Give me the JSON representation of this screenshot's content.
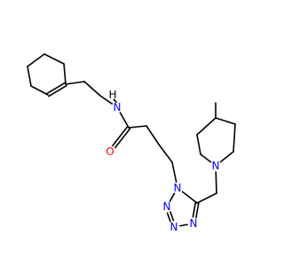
{
  "colors": {
    "carbon_bond": "#000000",
    "nitrogen": "#0000ff",
    "oxygen": "#ff0000",
    "background": "#ffffff"
  },
  "molecule": {
    "atoms": [
      {
        "id": "c1",
        "element": "C",
        "label": ""
      },
      {
        "id": "c2",
        "element": "C",
        "label": ""
      },
      {
        "id": "c3",
        "element": "C",
        "label": ""
      },
      {
        "id": "c4",
        "element": "C",
        "label": ""
      },
      {
        "id": "c5",
        "element": "C",
        "label": ""
      },
      {
        "id": "c6",
        "element": "C",
        "label": ""
      },
      {
        "id": "c7",
        "element": "C",
        "label": ""
      },
      {
        "id": "c8",
        "element": "C",
        "label": ""
      },
      {
        "id": "n_amide",
        "element": "N",
        "label": "N"
      },
      {
        "id": "h_amide",
        "element": "H",
        "label": "H"
      },
      {
        "id": "c_co",
        "element": "C",
        "label": ""
      },
      {
        "id": "o_co",
        "element": "O",
        "label": "O"
      },
      {
        "id": "c9",
        "element": "C",
        "label": ""
      },
      {
        "id": "c10",
        "element": "C",
        "label": ""
      },
      {
        "id": "c11",
        "element": "C",
        "label": ""
      },
      {
        "id": "n_t1",
        "element": "N",
        "label": "N"
      },
      {
        "id": "n_t2",
        "element": "N",
        "label": "N"
      },
      {
        "id": "n_t3",
        "element": "N",
        "label": "N"
      },
      {
        "id": "n_t4",
        "element": "N",
        "label": "N"
      },
      {
        "id": "c_t5",
        "element": "C",
        "label": ""
      },
      {
        "id": "c12",
        "element": "C",
        "label": ""
      },
      {
        "id": "n_pip",
        "element": "N",
        "label": "N"
      },
      {
        "id": "p2",
        "element": "C",
        "label": ""
      },
      {
        "id": "p3",
        "element": "C",
        "label": ""
      },
      {
        "id": "p4",
        "element": "C",
        "label": ""
      },
      {
        "id": "p5",
        "element": "C",
        "label": ""
      },
      {
        "id": "p6",
        "element": "C",
        "label": ""
      },
      {
        "id": "c_me",
        "element": "C",
        "label": ""
      }
    ],
    "bonds": [
      {
        "a": "c1",
        "b": "c2",
        "order": 1
      },
      {
        "a": "c2",
        "b": "c3",
        "order": 1
      },
      {
        "a": "c3",
        "b": "c4",
        "order": 1
      },
      {
        "a": "c4",
        "b": "c5",
        "order": 2
      },
      {
        "a": "c5",
        "b": "c6",
        "order": 1
      },
      {
        "a": "c6",
        "b": "c1",
        "order": 1
      },
      {
        "a": "c5",
        "b": "c7",
        "order": 1
      },
      {
        "a": "c7",
        "b": "c8",
        "order": 1
      },
      {
        "a": "c8",
        "b": "n_amide",
        "order": 1
      },
      {
        "a": "n_amide",
        "b": "c_co",
        "order": 1
      },
      {
        "a": "c_co",
        "b": "o_co",
        "order": 2
      },
      {
        "a": "c_co",
        "b": "c9",
        "order": 1
      },
      {
        "a": "c9",
        "b": "c10",
        "order": 1
      },
      {
        "a": "c10",
        "b": "c11",
        "order": 1
      },
      {
        "a": "c11",
        "b": "n_t1",
        "order": 1
      },
      {
        "a": "n_t1",
        "b": "n_t2",
        "order": 1
      },
      {
        "a": "n_t2",
        "b": "n_t3",
        "order": 2
      },
      {
        "a": "n_t3",
        "b": "n_t4",
        "order": 1
      },
      {
        "a": "n_t4",
        "b": "c_t5",
        "order": 2
      },
      {
        "a": "c_t5",
        "b": "n_t1",
        "order": 1
      },
      {
        "a": "c_t5",
        "b": "c12",
        "order": 1
      },
      {
        "a": "c12",
        "b": "n_pip",
        "order": 1
      },
      {
        "a": "n_pip",
        "b": "p2",
        "order": 1
      },
      {
        "a": "p2",
        "b": "p3",
        "order": 1
      },
      {
        "a": "p3",
        "b": "p4",
        "order": 1
      },
      {
        "a": "p4",
        "b": "p5",
        "order": 1
      },
      {
        "a": "p5",
        "b": "p6",
        "order": 1
      },
      {
        "a": "p6",
        "b": "n_pip",
        "order": 1
      },
      {
        "a": "p4",
        "b": "c_me",
        "order": 1
      }
    ]
  }
}
